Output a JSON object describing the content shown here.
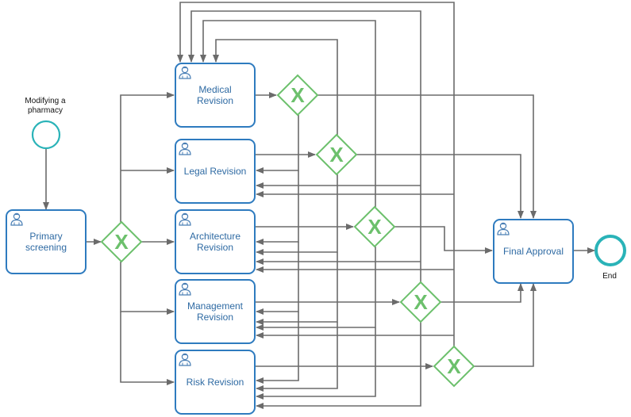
{
  "diagram": {
    "start_event": {
      "label_lines": [
        "Modifying a",
        "pharmacy"
      ]
    },
    "end_event": {
      "label": "End"
    },
    "tasks": {
      "primary_screening": [
        "Primary",
        "screening"
      ],
      "medical_revision": [
        "Medical",
        "Revision"
      ],
      "legal_revision": [
        "Legal Revision"
      ],
      "architecture_revision": [
        "Architecture",
        "Revision"
      ],
      "management_revision": [
        "Management",
        "Revision"
      ],
      "risk_revision": [
        "Risk Revision"
      ],
      "final_approval": [
        "Final Approval"
      ]
    },
    "gateway_symbol": "X",
    "colors": {
      "task_border": "#2e7bbf",
      "task_text": "#2e6aa3",
      "gateway": "#6cc06c",
      "start_event": "#2ab3b8",
      "end_event": "#2ab3b8",
      "flow": "#6b6b6b",
      "user_icon": "#4a7fb5"
    },
    "icons": {
      "task_type": "user-task-icon",
      "gateway_type": "exclusive-gateway-x-icon"
    }
  }
}
